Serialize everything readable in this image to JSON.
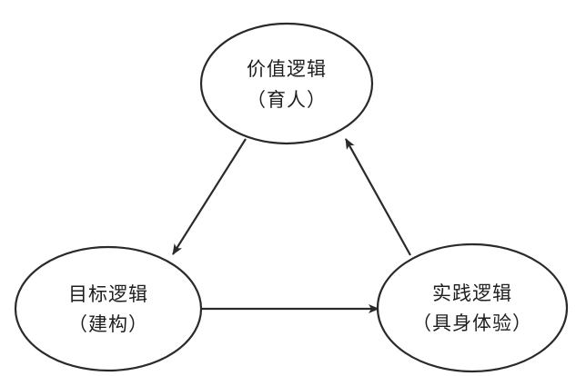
{
  "diagram": {
    "nodes": {
      "value": {
        "line1": "价值逻辑",
        "line2": "（育人）"
      },
      "goal": {
        "line1": "目标逻辑",
        "line2": "（建构）"
      },
      "practice": {
        "line1": "实践逻辑",
        "line2": "（具身体验）"
      }
    },
    "edges": [
      {
        "from": "value",
        "to": "goal"
      },
      {
        "from": "goal",
        "to": "practice"
      },
      {
        "from": "practice",
        "to": "value"
      }
    ]
  }
}
